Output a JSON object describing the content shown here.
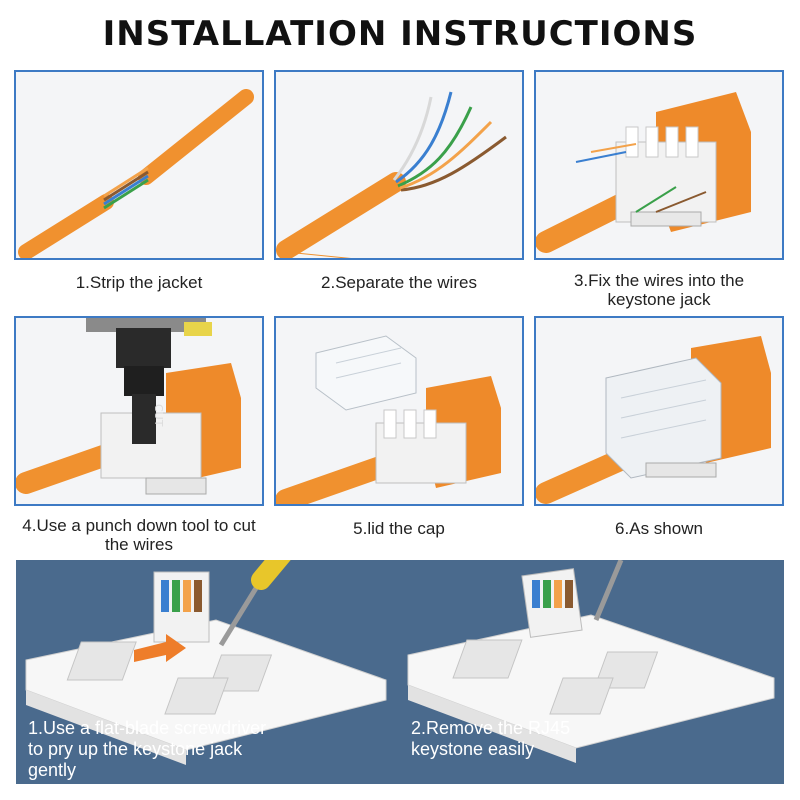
{
  "header": {
    "title": "INSTALLATION INSTRUCTIONS"
  },
  "steps": [
    {
      "caption": "1.Strip the jacket"
    },
    {
      "caption": "2.Separate the wires"
    },
    {
      "caption": "3.Fix the wires into the keystone jack"
    },
    {
      "caption": "4.Use a punch down tool to cut the wires"
    },
    {
      "caption": "5.lid the cap"
    },
    {
      "caption": "6.As shown"
    }
  ],
  "tool_label": "CUT",
  "removal": [
    {
      "caption": "1.Use a flat-blade screwdriver to pry up the keystone jack gently"
    },
    {
      "caption": "2.Remove the RJ45 keystone easily"
    }
  ],
  "colors": {
    "accent_border": "#3d7ac4",
    "cable_orange": "#f0912f",
    "jack_orange": "#ee8a2a",
    "bottom_bg": "#4a6a8d"
  }
}
